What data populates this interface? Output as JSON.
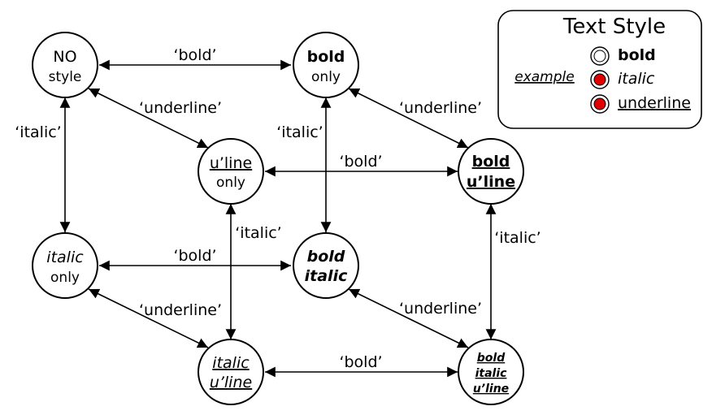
{
  "nodes": {
    "no_style": {
      "line1": "NO",
      "line2": "style"
    },
    "bold_only": {
      "line1": "bold",
      "line2": "only"
    },
    "uline_only": {
      "line1": "u’line",
      "line2": "only"
    },
    "bold_uline": {
      "line1": "bold",
      "line2": "u’line"
    },
    "italic_only": {
      "line1": "italic",
      "line2": "only"
    },
    "bold_italic": {
      "line1": "bold",
      "line2": "italic"
    },
    "italic_uline": {
      "line1": "italic",
      "line2": "u’line"
    },
    "bold_italic_uline": {
      "line1": "bold",
      "line2": "italic",
      "line3": "u’line"
    }
  },
  "edge_labels": {
    "no_to_bold": "‘bold’",
    "no_to_uline": "‘underline’",
    "no_to_italic": "‘italic’",
    "bold_to_bolduline": "‘underline’",
    "bold_to_bolditalic": "‘italic’",
    "uline_to_bolduline": "‘bold’",
    "uline_to_italiculine": "‘italic’",
    "bolduline_to_all": "‘italic’",
    "italic_to_bolditalic": "‘bold’",
    "italic_to_italiculine": "‘underline’",
    "bolditalic_to_all": "‘underline’",
    "italiculine_to_all": "‘bold’"
  },
  "legend": {
    "title": "Text Style",
    "example": "example",
    "items": [
      {
        "label": "bold",
        "state": "off"
      },
      {
        "label": "italic",
        "state": "on"
      },
      {
        "label": "underline",
        "state": "on"
      }
    ]
  },
  "colors": {
    "indicator_on": "#e00000",
    "indicator_off": "#ffffff",
    "stroke": "#000000"
  }
}
